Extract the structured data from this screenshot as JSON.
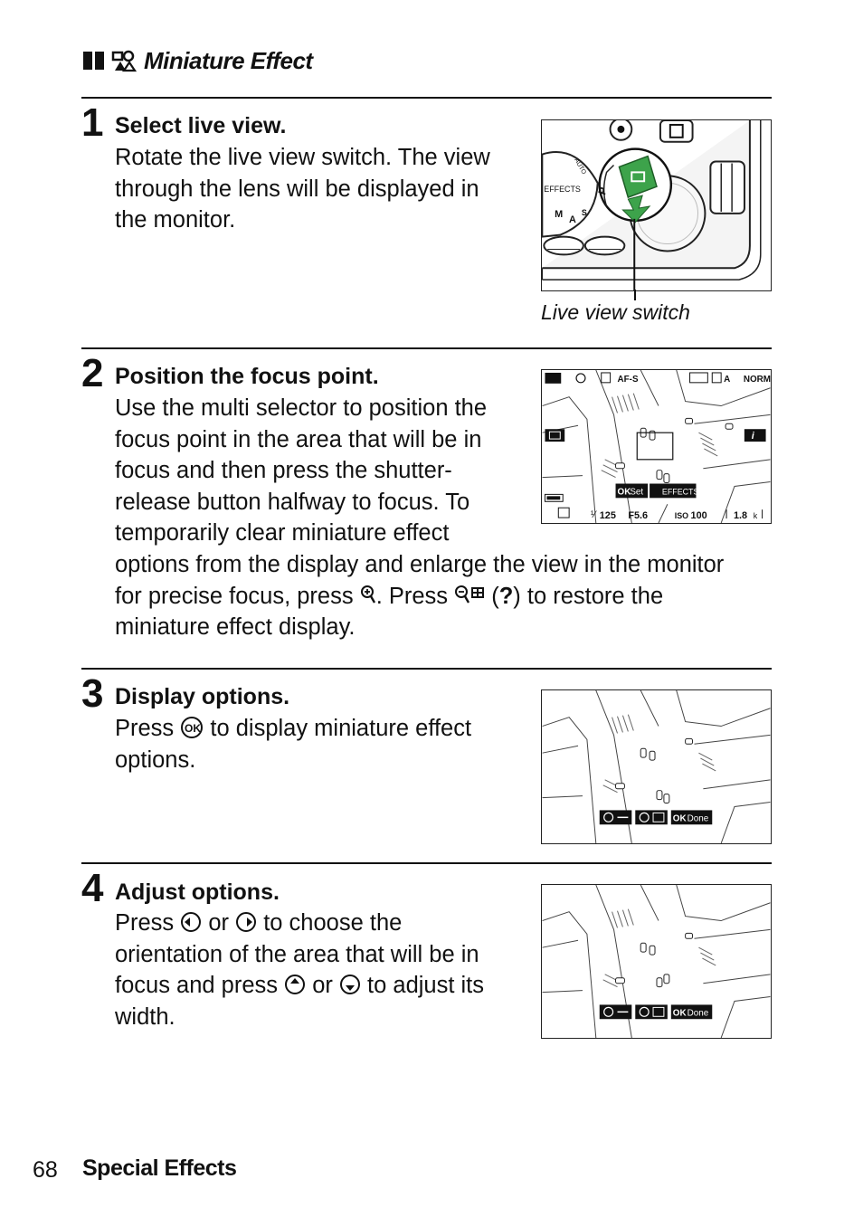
{
  "header": {
    "title": "Miniature Effect",
    "icon": "miniature-effect-icon"
  },
  "steps": [
    {
      "number": "1",
      "title": "Select live view.",
      "lines": [
        "Rotate the live view switch.  The view",
        "through the lens will be displayed in",
        "the monitor."
      ]
    },
    {
      "number": "2",
      "title": "Position the focus point.",
      "lines": [
        "Use the multi selector to position the",
        "focus point in the area that will be in",
        "focus and then press the shutter-",
        "release button halfway to focus.  To",
        "temporarily clear miniature effect",
        "options from the display and enlarge the view in the monitor"
      ],
      "line7_a": "for precise focus, press ",
      "line7_b": ".  Press ",
      "line7_c": " (",
      "line7_d": "?",
      "line7_e": ") to restore the",
      "line8": "miniature effect display."
    },
    {
      "number": "3",
      "title": "Display options.",
      "line1_a": "Press ",
      "line1_b": " to display miniature effect",
      "line2": "options."
    },
    {
      "number": "4",
      "title": "Adjust options.",
      "line1_a": "Press ",
      "line1_b": " or ",
      "line1_c": " to choose the",
      "line2": "orientation of the area that will be in",
      "line3_a": "focus and press ",
      "line3_b": " or ",
      "line3_c": " to adjust its",
      "line4": "width."
    }
  ],
  "figure1": {
    "caption": "Live view switch",
    "dial_label": "EFFECTS",
    "auto_label": "AUTO"
  },
  "figure2": {
    "top_status": "AF-S",
    "img_quality": "NORM",
    "ok_label": "OK",
    "set_label": "Set",
    "effects_label": "EFFECTS",
    "shutter": "125",
    "aperture": "F5.6",
    "iso": "100",
    "remaining": "1.8",
    "remaining_unit": "k"
  },
  "figure3": {
    "ok_label": "OK",
    "done_label": "Done"
  },
  "figure4": {
    "ok_label": "OK",
    "done_label": "Done"
  },
  "footer": {
    "page_number": "68",
    "section": "Special Effects"
  }
}
